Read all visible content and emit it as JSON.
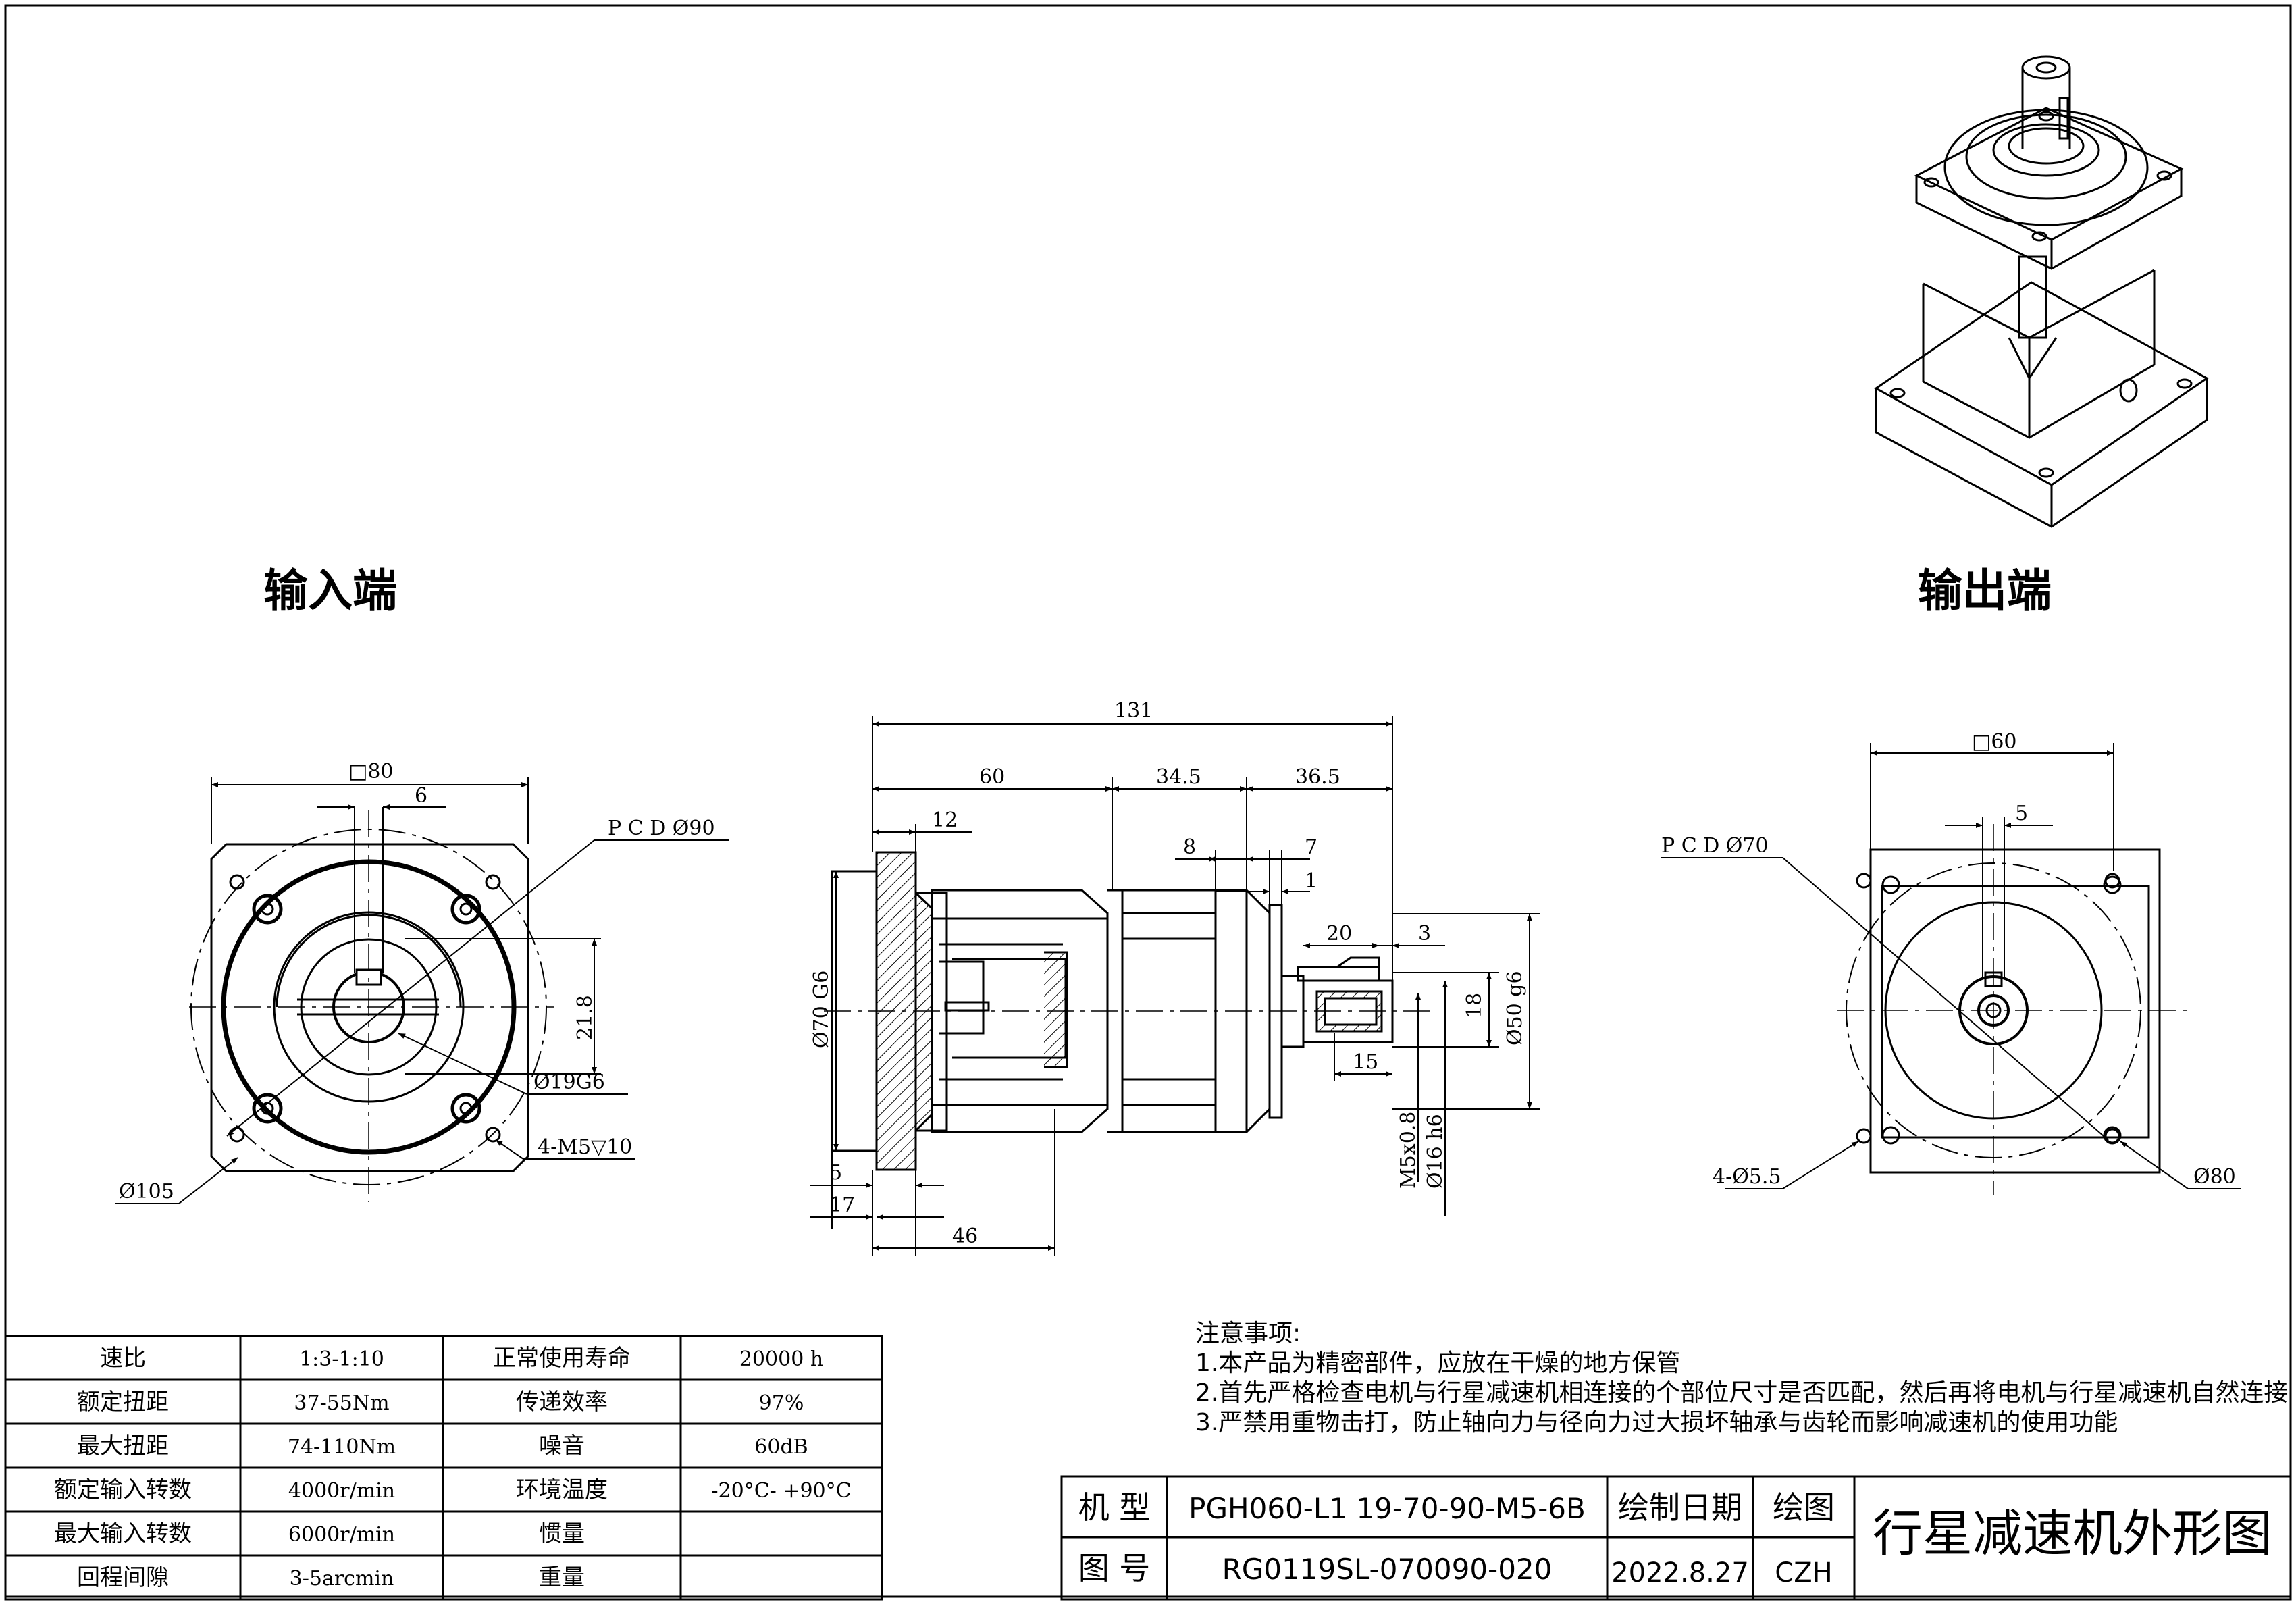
{
  "views": {
    "input_label": "输入端",
    "output_label": "输出端"
  },
  "input_view": {
    "dims": {
      "square": "□80",
      "key_width": "6",
      "pcd": "P C D Ø90",
      "key_height": "21.8",
      "bore": "Ø19G6",
      "screws": "4-M5▽10",
      "outer_dia": "Ø105"
    }
  },
  "side_view": {
    "dims": {
      "total": "131",
      "d60": "60",
      "d345": "34.5",
      "d365": "36.5",
      "d12": "12",
      "d8": "8",
      "d7": "7",
      "d1": "1",
      "d20": "20",
      "d3": "3",
      "d15": "15",
      "d18": "18",
      "d70g6": "Ø70 G6",
      "d50g6": "Ø50 g6",
      "m5": "M5x0.8",
      "d16h6": "Ø16 h6",
      "d5": "5",
      "d17": "17",
      "d46": "46"
    }
  },
  "output_view": {
    "dims": {
      "square": "□60",
      "key_width": "5",
      "pcd": "P C D Ø70",
      "holes": "4-Ø5.5",
      "outer_dia": "Ø80"
    }
  },
  "notes": {
    "title": "注意事项:",
    "items": [
      "1.本产品为精密部件，应放在干燥的地方保管",
      "2.首先严格检查电机与行星减速机相连接的个部位尺寸是否匹配，然后再将电机与行星减速机自然连接",
      "3.严禁用重物击打，防止轴向力与径向力过大损坏轴承与齿轮而影响减速机的使用功能"
    ]
  },
  "spec_table": {
    "rows": [
      [
        "速比",
        "1:3-1:10",
        "正常使用寿命",
        "20000 h"
      ],
      [
        "额定扭距",
        "37-55Nm",
        "传递效率",
        "97%"
      ],
      [
        "最大扭距",
        "74-110Nm",
        "噪音",
        "60dB"
      ],
      [
        "额定输入转数",
        "4000r/min",
        "环境温度",
        "-20°C- +90°C"
      ],
      [
        "最大输入转数",
        "6000r/min",
        "惯量",
        ""
      ],
      [
        "回程间隙",
        "3-5arcmin",
        "重量",
        ""
      ]
    ]
  },
  "title_block": {
    "model_label": "机 型",
    "model_value": "PGH060-L1 19-70-90-M5-6B",
    "drawing_no_label": "图 号",
    "drawing_no_value": "RG0119SL-070090-020",
    "date_label": "绘制日期",
    "date_value": "2022.8.27",
    "drafter_label": "绘图",
    "drafter_value": "CZH",
    "title": "行星减速机外形图"
  }
}
